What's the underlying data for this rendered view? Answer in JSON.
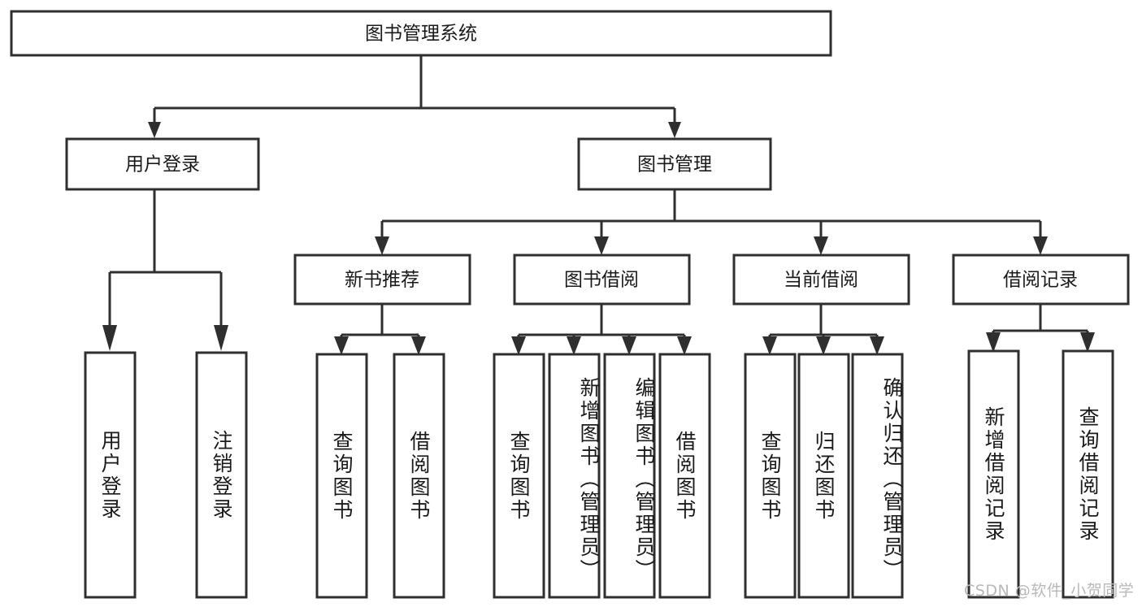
{
  "diagram": {
    "title": "图书管理系统",
    "type": "tree",
    "watermark": "CSDN @软件_小贺同学",
    "colors": {
      "box_stroke": "#2f2f2f",
      "box_fill": "#ffffff",
      "text": "#1a1a1a",
      "background": "#ffffff",
      "watermark": "#b8b8b8"
    },
    "root": {
      "label": "图书管理系统"
    },
    "level2": [
      {
        "label": "用户登录"
      },
      {
        "label": "图书管理"
      }
    ],
    "level3": [
      {
        "label": "新书推荐"
      },
      {
        "label": "图书借阅"
      },
      {
        "label": "当前借阅"
      },
      {
        "label": "借阅记录"
      }
    ],
    "leaves": {
      "user_login": [
        {
          "label": "用户登录"
        },
        {
          "label": "注销登录"
        }
      ],
      "new_book": [
        {
          "label": "查询图书"
        },
        {
          "label": "借阅图书"
        }
      ],
      "book_borrow": [
        {
          "label": "查询图书"
        },
        {
          "label": "新增图书（管理员）"
        },
        {
          "label": "编辑图书（管理员）"
        },
        {
          "label": "借阅图书"
        }
      ],
      "current_borrow": [
        {
          "label": "查询图书"
        },
        {
          "label": "归还图书"
        },
        {
          "label": "确认归还（管理员）"
        }
      ],
      "borrow_record": [
        {
          "label": "新增借阅记录"
        },
        {
          "label": "查询借阅记录"
        }
      ]
    }
  }
}
